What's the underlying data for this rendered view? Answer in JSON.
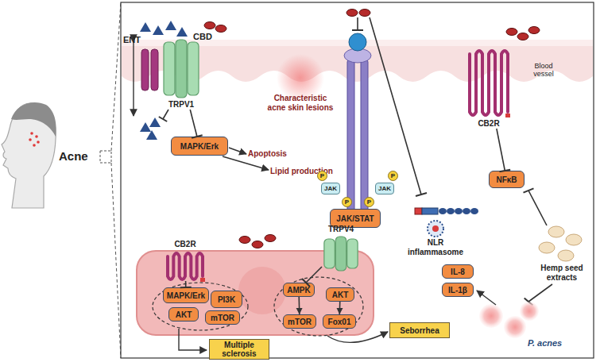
{
  "diagram": {
    "nodes": [
      {
        "text": [
          "TRPV1"
        ]
      },
      {
        "text": [
          "MAPK/Erk"
        ]
      },
      {
        "text": [
          "JAK"
        ]
      },
      {
        "text": [
          "JAK"
        ]
      },
      {
        "text": [
          "JAK/STAT"
        ]
      },
      {
        "text": [
          "CB2R"
        ]
      },
      {
        "text": [
          "NFκB"
        ]
      },
      {
        "text": [
          "IL-8"
        ]
      },
      {
        "text": [
          "IL-1β"
        ]
      },
      {
        "text": [
          "CB2R"
        ]
      },
      {
        "text": [
          "TRPV4"
        ]
      },
      {
        "text": [
          "MAPK/Erk"
        ]
      },
      {
        "text": [
          "PI3K"
        ]
      },
      {
        "text": [
          "AKT"
        ]
      },
      {
        "text": [
          "mTOR"
        ]
      },
      {
        "text": [
          "AMPK"
        ]
      },
      {
        "text": [
          "AKT"
        ]
      },
      {
        "text": [
          "mTOR"
        ]
      },
      {
        "text": [
          "Fox01"
        ]
      },
      {
        "text": [
          "Multiple sclerosis"
        ]
      },
      {
        "text": [
          "Seborrhea"
        ]
      }
    ],
    "edges": [
      {
        "from": 0,
        "to": 1,
        "arrow": "to"
      },
      {
        "from": 5,
        "to": 6,
        "arrow": "to"
      },
      {
        "from": 9,
        "to": 11,
        "arrow": "to"
      },
      {
        "from": 10,
        "to": 15,
        "arrow": "to"
      },
      {
        "from": 15,
        "to": 17,
        "arrow": "to"
      },
      {
        "from": 16,
        "to": 18,
        "arrow": "to"
      }
    ],
    "labels": [
      "Acne",
      "ENT",
      "CBD",
      "Characteristic acne skin lesions",
      "Apoptosis",
      "Lipid production",
      "NLR inflammasome",
      "Blood vessel",
      "Hemp seed extracts",
      "P. acnes",
      "P",
      "P",
      "P",
      "P"
    ]
  }
}
